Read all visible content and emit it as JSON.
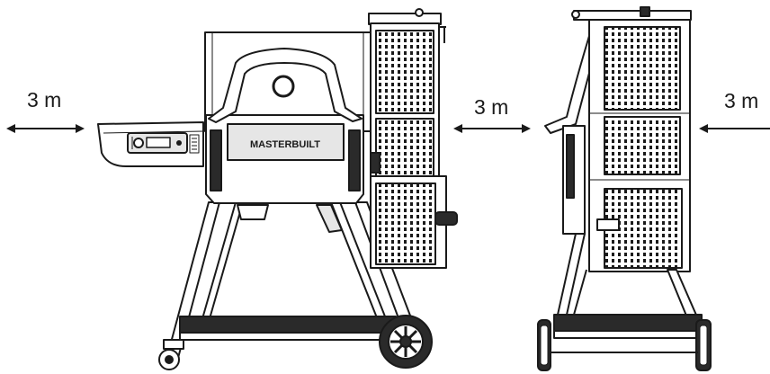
{
  "clearance_labels": [
    "3 m",
    "3 m",
    "3 m"
  ],
  "front_view": {
    "brand_text": "MASTERBUILT",
    "display_icons": [
      "power-icon",
      "fan-icon",
      "light-icon",
      "temp-icon"
    ]
  },
  "colors": {
    "stroke": "#1a1a1a",
    "fill_light": "#ffffff",
    "fill_grey": "#e6e6e6",
    "fill_dark": "#2a2a2a"
  }
}
